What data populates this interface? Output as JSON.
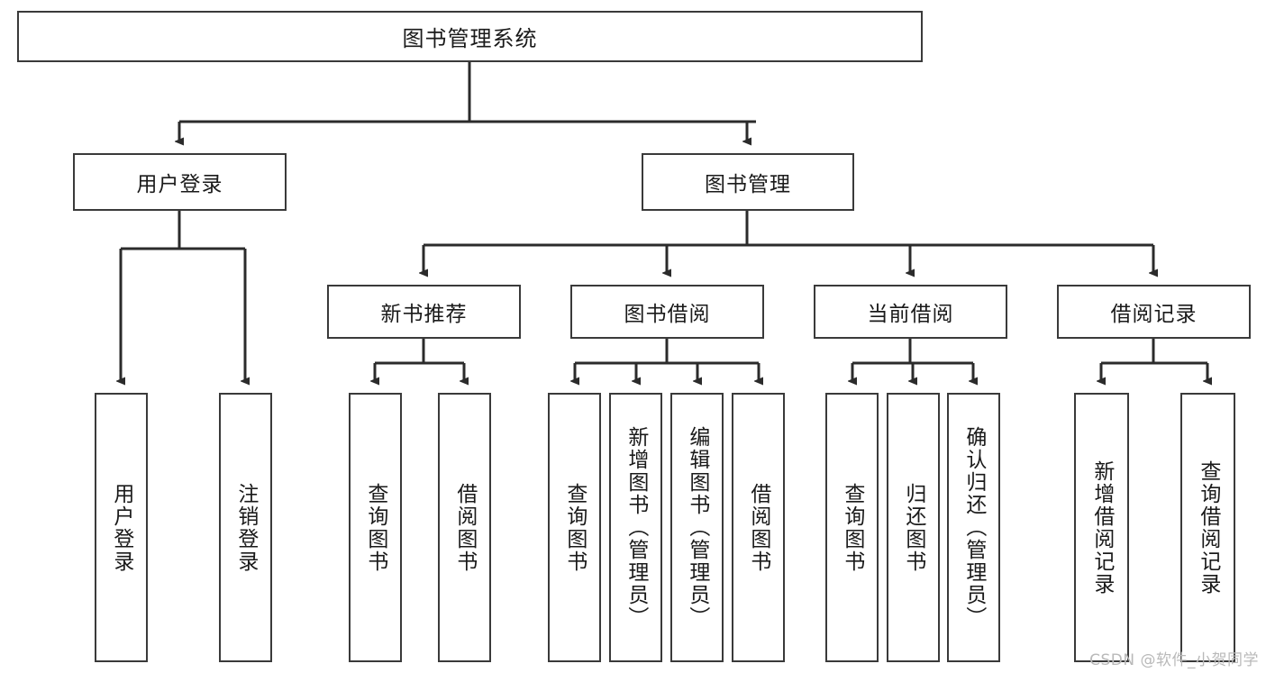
{
  "diagram": {
    "type": "tree-hierarchy-chart",
    "title": "图书管理系统",
    "watermark": "CSDN @软件_小贺同学",
    "colors": {
      "box_border": "#3a3a3a",
      "box_fill": "#ffffff",
      "connector": "#2b2b2b",
      "text": "#1a1a1a",
      "watermark": "#b9b9b9",
      "background": "#ffffff"
    },
    "levels": {
      "root": "图书管理系统",
      "level2": [
        "用户登录",
        "图书管理"
      ],
      "level3": [
        "新书推荐",
        "图书借阅",
        "当前借阅",
        "借阅记录"
      ]
    },
    "nodes": {
      "root": {
        "label": "图书管理系统"
      },
      "user_login": {
        "label": "用户登录"
      },
      "book_manage": {
        "label": "图书管理"
      },
      "new_book_rec": {
        "label": "新书推荐"
      },
      "book_borrow": {
        "label": "图书借阅"
      },
      "current_borrow": {
        "label": "当前借阅"
      },
      "borrow_record": {
        "label": "借阅记录"
      },
      "leaf_user_login": {
        "label": "用户登录"
      },
      "leaf_logout": {
        "label": "注销登录"
      },
      "leaf_query_book_a": {
        "label": "查询图书"
      },
      "leaf_borrow_book_a": {
        "label": "借阅图书"
      },
      "leaf_query_book_b": {
        "label": "查询图书"
      },
      "leaf_add_book": {
        "label": "新增图书（管理员）"
      },
      "leaf_edit_book": {
        "label": "编辑图书（管理员）"
      },
      "leaf_borrow_book_b": {
        "label": "借阅图书"
      },
      "leaf_query_book_c": {
        "label": "查询图书"
      },
      "leaf_return_book": {
        "label": "归还图书"
      },
      "leaf_confirm_return": {
        "label": "确认归还（管理员）"
      },
      "leaf_add_record": {
        "label": "新增借阅记录"
      },
      "leaf_query_record": {
        "label": "查询借阅记录"
      }
    }
  }
}
